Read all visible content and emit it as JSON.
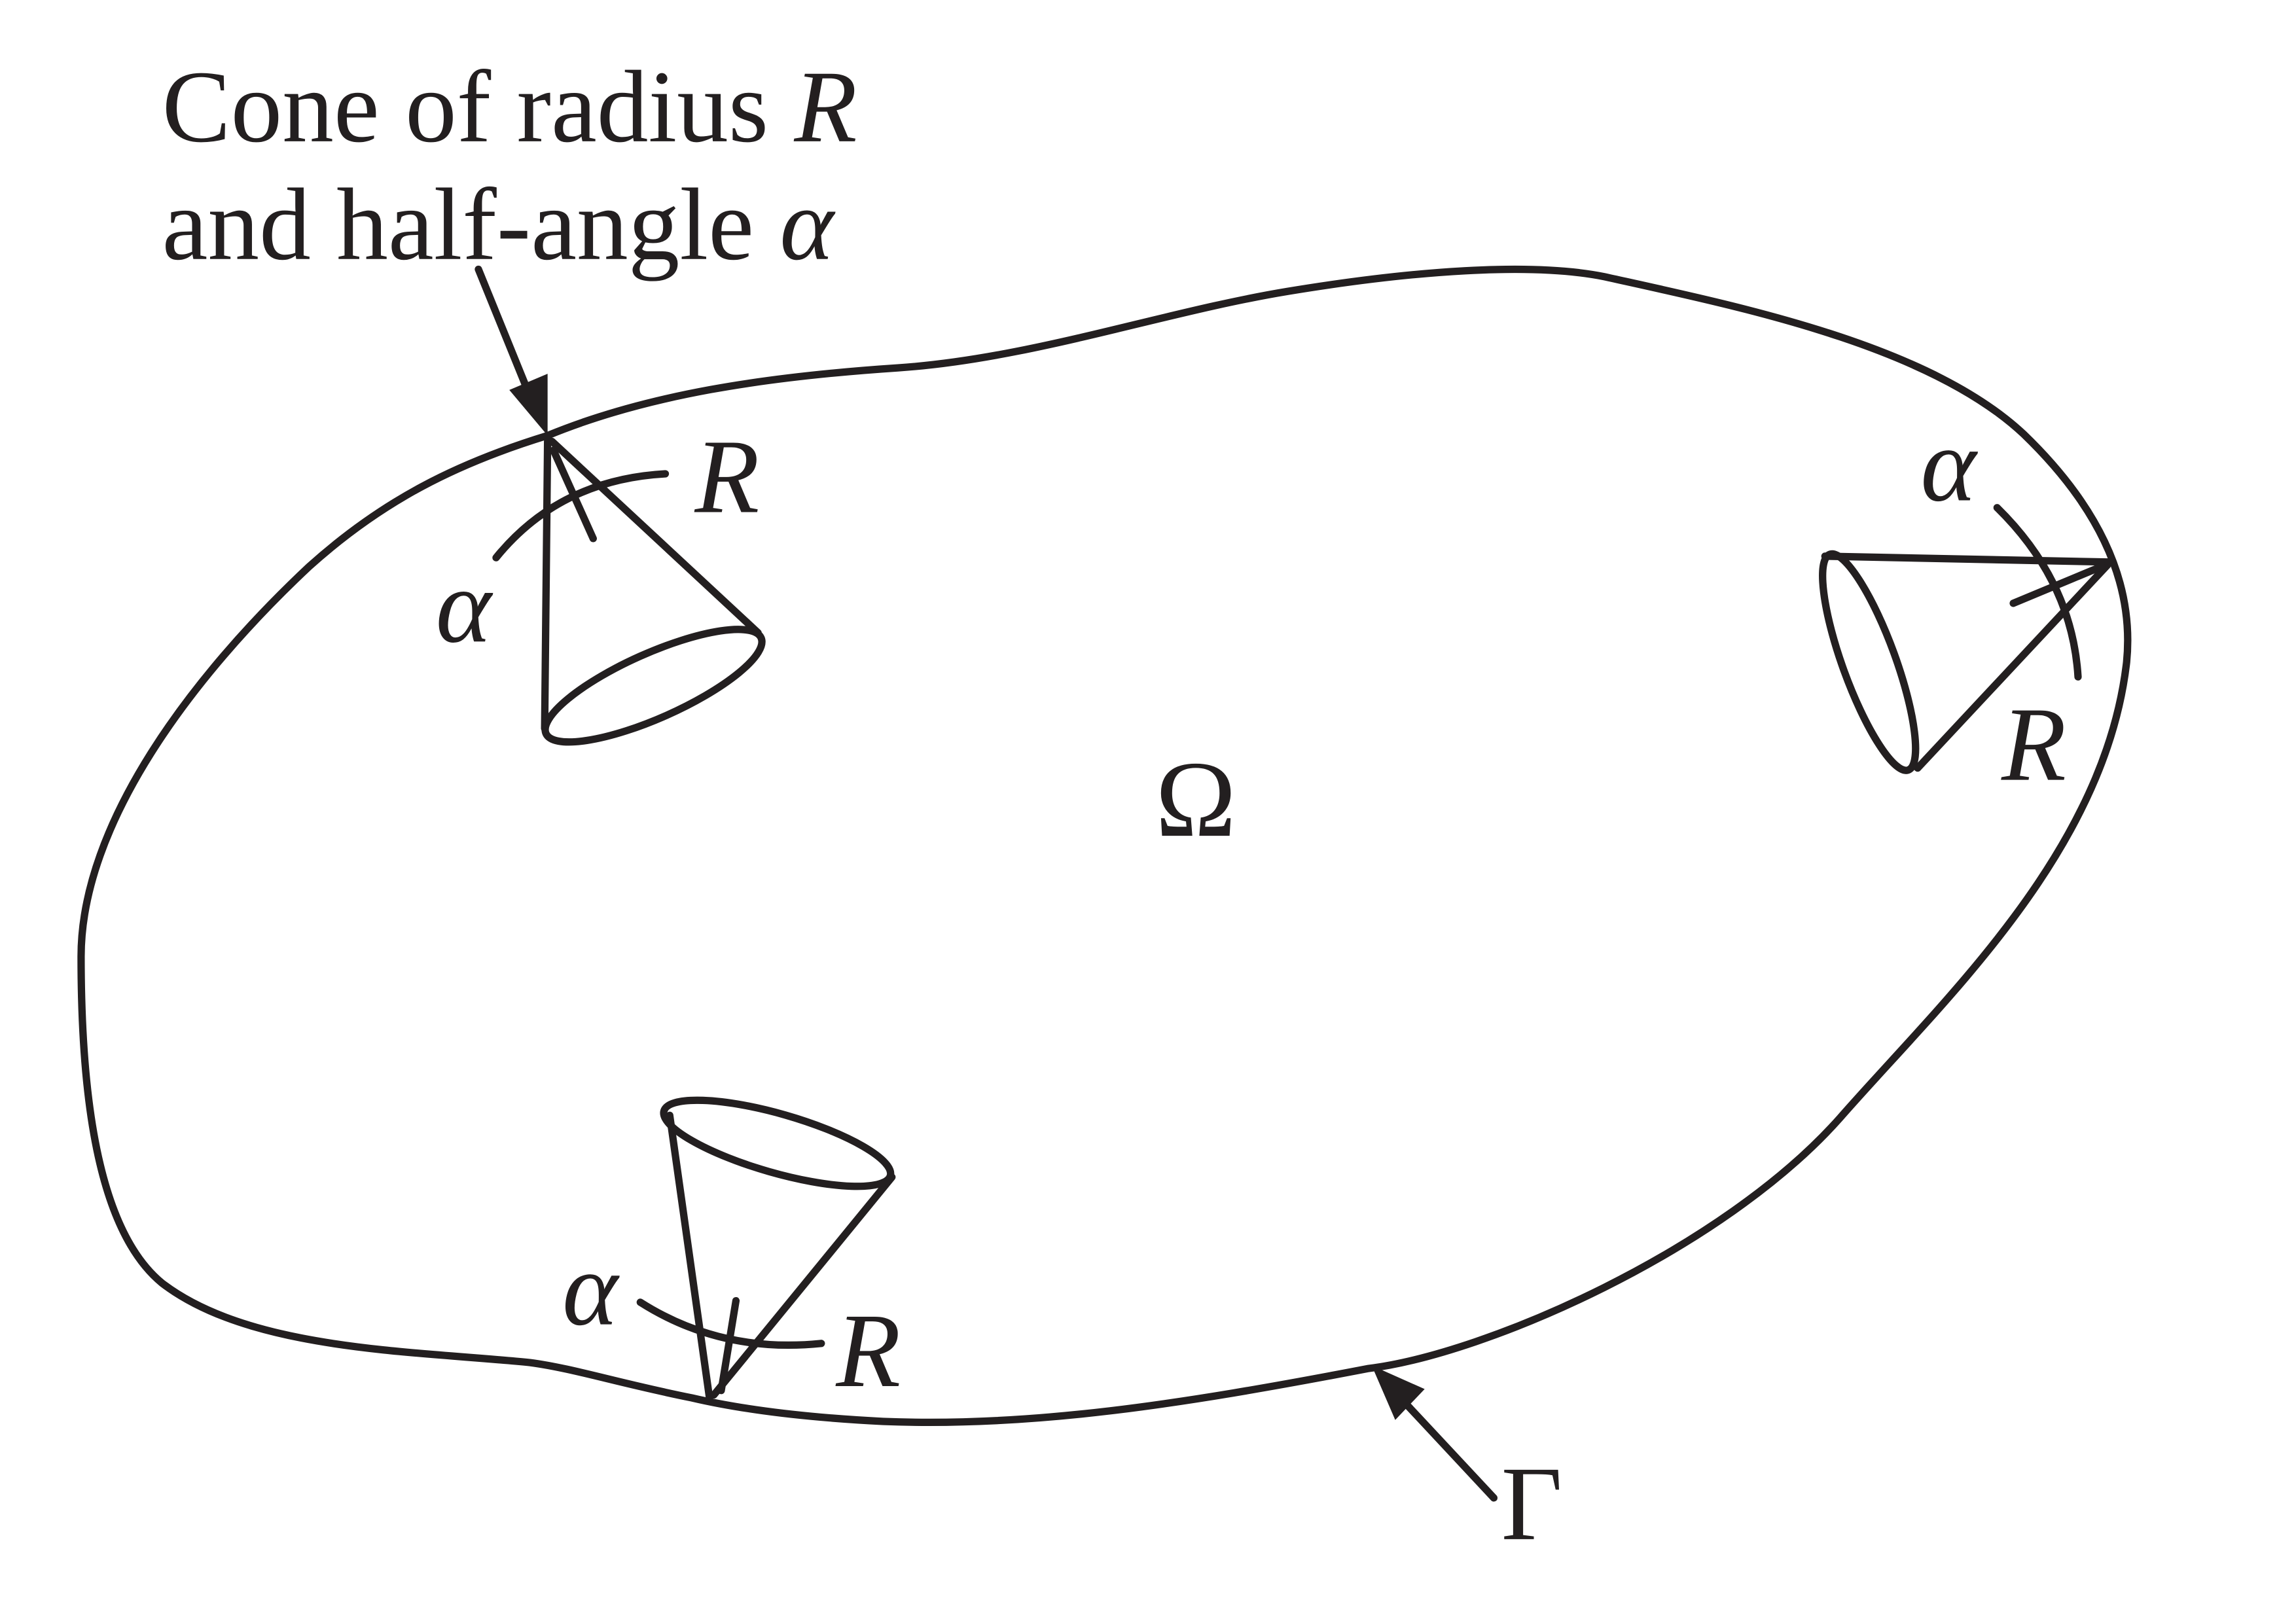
{
  "caption": {
    "line1_text": "Cone of radius ",
    "line1_symbol": "R",
    "line2_text": "and half-angle ",
    "line2_symbol": "α"
  },
  "domain_label": "Ω",
  "boundary_label": "Γ",
  "cones": [
    {
      "position": "top-left",
      "radius_label": "R",
      "angle_label": "α"
    },
    {
      "position": "right",
      "radius_label": "R",
      "angle_label": "α"
    },
    {
      "position": "bottom",
      "radius_label": "R",
      "angle_label": "α"
    }
  ],
  "colors": {
    "ink": "#231f20",
    "background": "#ffffff"
  }
}
